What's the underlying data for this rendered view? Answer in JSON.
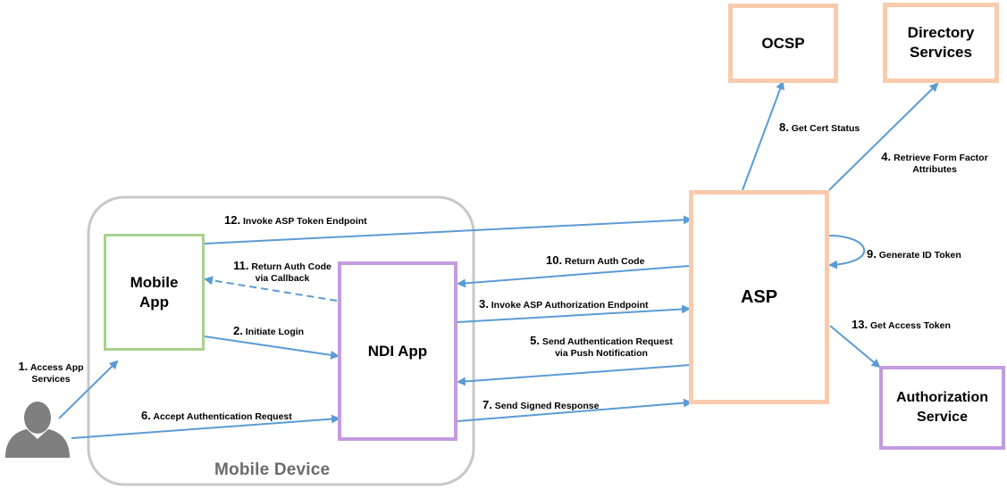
{
  "nodes": {
    "ocsp": "OCSP",
    "directory_line1": "Directory",
    "directory_line2": "Services",
    "asp": "ASP",
    "mobile_app_line1": "Mobile",
    "mobile_app_line2": "App",
    "ndi_app": "NDI App",
    "authorization_line1": "Authorization",
    "authorization_line2": "Service",
    "mobile_device": "Mobile Device"
  },
  "steps": [
    {
      "num": "1.",
      "line1": "Access App",
      "line2": "Services"
    },
    {
      "num": "2.",
      "line1": "Initiate Login"
    },
    {
      "num": "3.",
      "line1": "Invoke ASP Authorization  Endpoint"
    },
    {
      "num": "4.",
      "line1": "Retrieve Form Factor",
      "line2": "Attributes"
    },
    {
      "num": "5.",
      "line1": "Send Authentication Request",
      "line2": "via Push Notification"
    },
    {
      "num": "6.",
      "line1": "Accept Authentication Request"
    },
    {
      "num": "7.",
      "line1": "Send Signed Response"
    },
    {
      "num": "8.",
      "line1": "Get Cert Status"
    },
    {
      "num": "9.",
      "line1": "Generate ID Token"
    },
    {
      "num": "10.",
      "line1": "Return Auth Code"
    },
    {
      "num": "11.",
      "line1": "Return Auth Code",
      "line2": "via Callback"
    },
    {
      "num": "12.",
      "line1": "Invoke ASP Token Endpoint"
    },
    {
      "num": "13.",
      "line1": "Get Access Token"
    }
  ],
  "colors": {
    "arrow": "#5b9bd5",
    "asp_border": "#f8cbad",
    "mobile_app_border": "#a9d18e",
    "ndi_border": "#c39be0",
    "device_border": "#c8c8c8",
    "user_icon": "#7f7f7f"
  },
  "icons": [
    "user-icon"
  ]
}
